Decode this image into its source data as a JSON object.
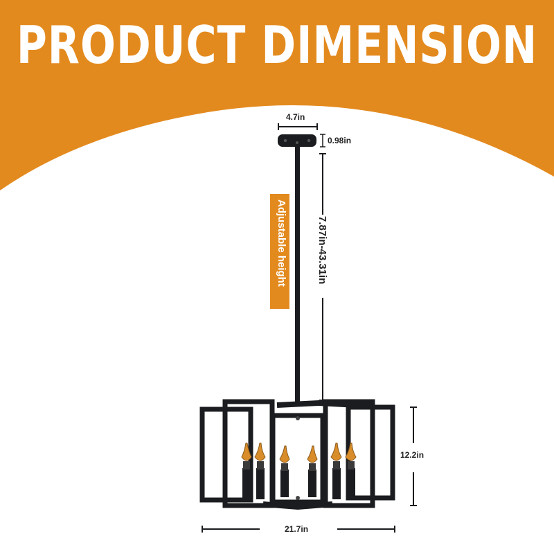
{
  "header": {
    "title": "PRODUCT DIMENSION"
  },
  "colors": {
    "header_orange": "#e38a1e",
    "background": "#ffffff",
    "fixture_black": "#1b1c1f",
    "bulb_amber": "#d98d2a"
  },
  "dimensions": {
    "canopy_width": "4.7in",
    "canopy_height": "0.98in",
    "rod_length": "7.87in-43.31in",
    "fixture_height": "12.2in",
    "fixture_width": "21.7in"
  },
  "badge": {
    "adjustable_label": "Adjustable height"
  }
}
